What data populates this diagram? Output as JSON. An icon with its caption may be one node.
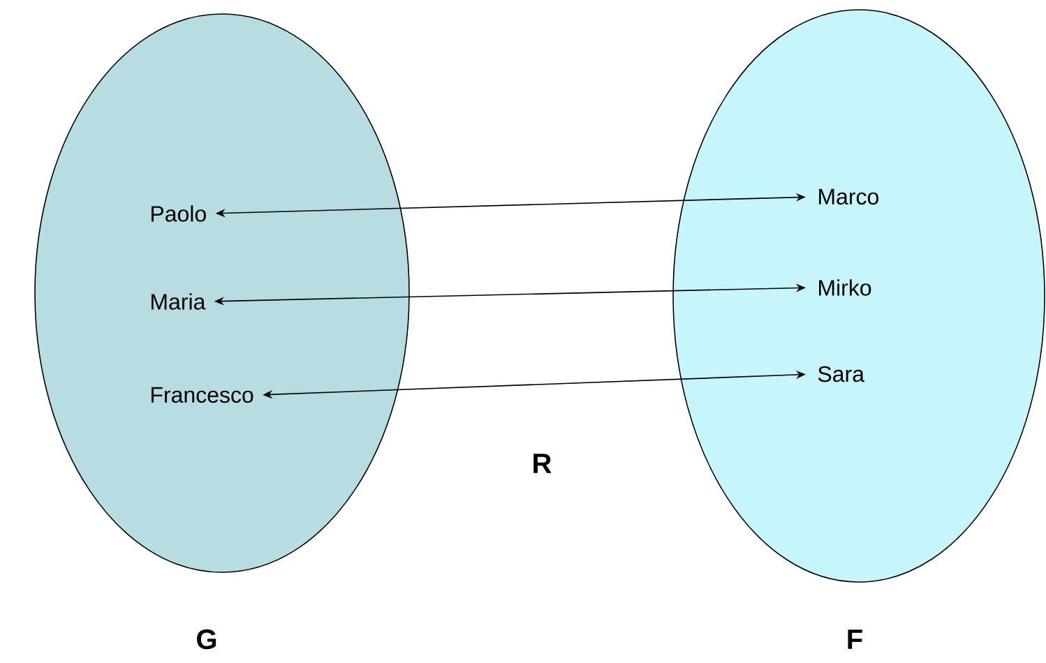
{
  "diagram": {
    "nodes": [
      {
        "text": [
          "G"
        ]
      },
      {
        "text": [
          "F"
        ]
      },
      {
        "text": [
          "Paolo"
        ],
        "in": 0
      },
      {
        "text": [
          "Maria"
        ],
        "in": 0
      },
      {
        "text": [
          "Francesco"
        ],
        "in": 0
      },
      {
        "text": [
          "Marco"
        ],
        "in": 1
      },
      {
        "text": [
          "Mirko"
        ],
        "in": 1
      },
      {
        "text": [
          "Sara"
        ],
        "in": 1
      }
    ],
    "edges": [
      {
        "from": 2,
        "to": 5,
        "arrow": "both"
      },
      {
        "from": 3,
        "to": 6,
        "arrow": "both"
      },
      {
        "from": 4,
        "to": 7,
        "arrow": "both"
      }
    ],
    "labels": [
      "R"
    ]
  }
}
